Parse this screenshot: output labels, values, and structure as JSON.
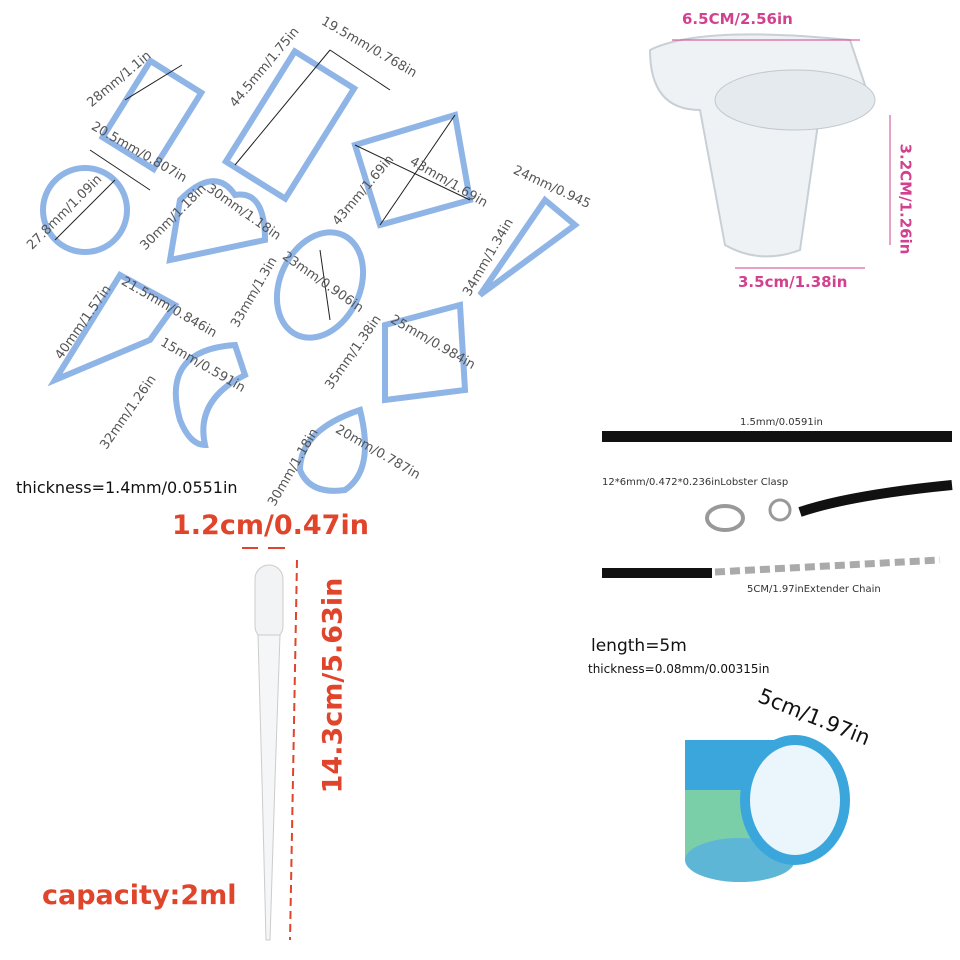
{
  "frames": {
    "labels": [
      "28mm/1.1in",
      "20.5mm/0.807in",
      "44.5mm/1.75in",
      "19.5mm/0.768in",
      "27.8mm/1.09in",
      "30mm/1.18in",
      "30mm/1.18in",
      "43mm/1.69in",
      "43mm/1.69in",
      "24mm/0.945",
      "34mm/1.34in",
      "21.5mm/0.846in",
      "40mm/1.57in",
      "23mm/0.906in",
      "33mm/1.3in",
      "15mm/0.591in",
      "32mm/1.26in",
      "25mm/0.984in",
      "35mm/1.38in",
      "20mm/0.787in",
      "30mm/1.18in"
    ],
    "thickness": "thickness=1.4mm/0.0551in",
    "color": "#8fb4e6"
  },
  "cup": {
    "width_top": "6.5CM/2.56in",
    "height": "3.2CM/1.26in",
    "width_bottom": "3.5cm/1.38in",
    "label_color": "#d2418f"
  },
  "pipette": {
    "width": "1.2cm/0.47in",
    "length": "14.3cm/5.63in",
    "capacity": "capacity:2ml",
    "label_color": "#e0442b"
  },
  "cord": {
    "diameter": "1.5mm/0.0591in",
    "clasp": "12*6mm/0.472*0.236inLobster Clasp",
    "extender": "5CM/1.97inExtender Chain"
  },
  "tape": {
    "length": "length=5m",
    "thickness": "thickness=0.08mm/0.00315in",
    "width": "5cm/1.97in"
  }
}
